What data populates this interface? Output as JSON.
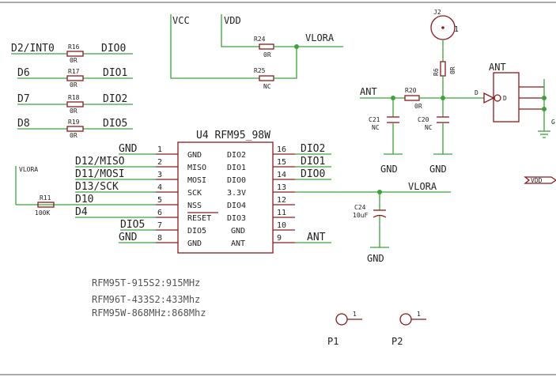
{
  "left_nets": [
    {
      "net": "D2/INT0",
      "ref": "R16",
      "value": "0R",
      "out": "DIO0"
    },
    {
      "net": "D6",
      "ref": "R17",
      "value": "0R",
      "out": "DIO1"
    },
    {
      "net": "D7",
      "ref": "R18",
      "value": "0R",
      "out": "DIO2"
    },
    {
      "net": "D8",
      "ref": "R19",
      "value": "0R",
      "out": "DIO5"
    }
  ],
  "power": {
    "vcc": "VCC",
    "vdd": "VDD",
    "r24": {
      "ref": "R24",
      "value": "0R"
    },
    "r25": {
      "ref": "R25",
      "value": "NC"
    },
    "vlora": "VLORA"
  },
  "rf": {
    "j2_ref": "J2",
    "j2_pin": "1",
    "r6_ref": "R6",
    "r6_value": "0R",
    "ant_label": "ANT",
    "ant_box_label": "ANT",
    "r20": {
      "ref": "R20",
      "value": "0R"
    },
    "c21": {
      "ref": "C21",
      "value": "NC"
    },
    "c20": {
      "ref": "C20",
      "value": "NC"
    },
    "gnd1": "GND",
    "gnd2": "GND",
    "d_left": "D",
    "d_right": "D",
    "gnd_clip": "G"
  },
  "chip": {
    "title": "U4 RFM95_98W",
    "left_pins": [
      {
        "name": "GND",
        "num": "1",
        "net": "GND"
      },
      {
        "name": "MISO",
        "num": "2",
        "net": "D12/MISO"
      },
      {
        "name": "MOSI",
        "num": "3",
        "net": "D11/MOSI"
      },
      {
        "name": "SCK",
        "num": "4",
        "net": "D13/SCK"
      },
      {
        "name": "NSS",
        "num": "5",
        "net": "D10"
      },
      {
        "name": "RESET",
        "num": "6",
        "net": "D4"
      },
      {
        "name": "DIO5",
        "num": "7",
        "net": "DIO5"
      },
      {
        "name": "GND",
        "num": "8",
        "net": "GND"
      }
    ],
    "right_pins": [
      {
        "name": "DIO2",
        "num": "16",
        "net": "DIO2"
      },
      {
        "name": "DIO1",
        "num": "15",
        "net": "DIO1"
      },
      {
        "name": "DIO0",
        "num": "14",
        "net": "DIO0"
      },
      {
        "name": "3.3V",
        "num": "13",
        "net": "VLORA"
      },
      {
        "name": "DIO4",
        "num": "12",
        "net": ""
      },
      {
        "name": "DIO3",
        "num": "11",
        "net": ""
      },
      {
        "name": "GND",
        "num": "10",
        "net": ""
      },
      {
        "name": "ANT",
        "num": "9",
        "net": "ANT"
      }
    ]
  },
  "pullup": {
    "net": "VLORA",
    "ref": "R11",
    "value": "100K"
  },
  "c24": {
    "ref": "C24",
    "value": "10uF",
    "gnd": "GND"
  },
  "notes": [
    "RFM95T-915S2:915MHz",
    "RFM96T-433S2:433Mhz",
    "RFM95W-868MHz:868Mhz"
  ],
  "pads": [
    {
      "label": "P1",
      "pin": "1"
    },
    {
      "label": "P2",
      "pin": "1"
    }
  ],
  "offpage": {
    "label": "VDD"
  }
}
